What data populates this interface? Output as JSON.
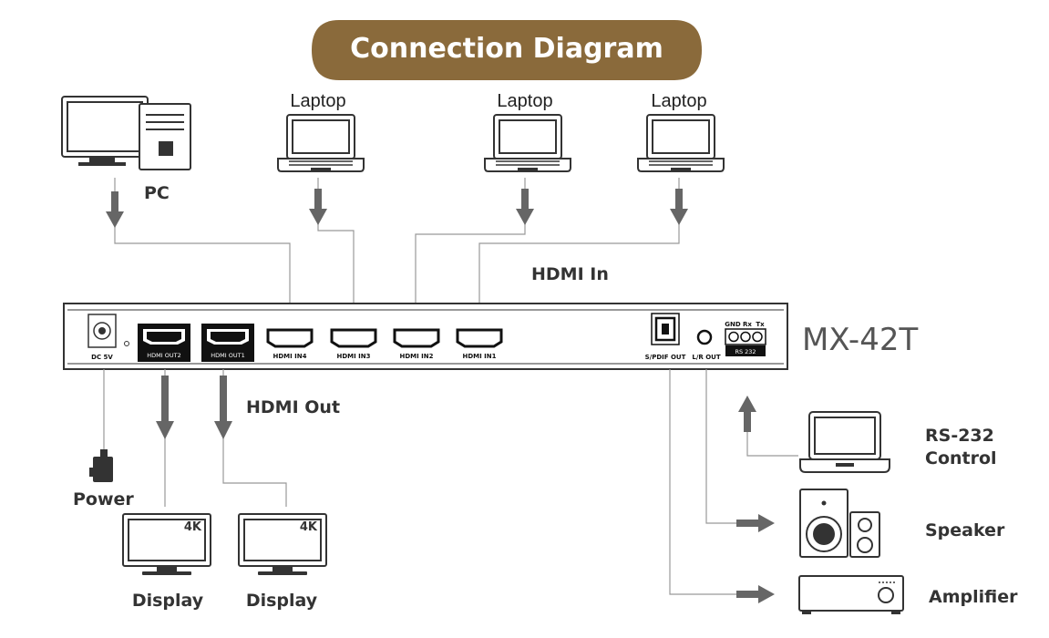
{
  "title": "Connection Diagram",
  "model": "MX-42T",
  "colors": {
    "title_bg": "#8a6a3b",
    "wire": "#999999",
    "arrow": "#666666"
  },
  "sources": {
    "pc": "PC",
    "laptops": [
      "Laptop",
      "Laptop",
      "Laptop"
    ]
  },
  "group_labels": {
    "hdmi_in": "HDMI In",
    "hdmi_out": "HDMI Out"
  },
  "ports": {
    "dc": "DC 5V",
    "hdmi_out2": "HDMI OUT2",
    "hdmi_out1": "HDMI OUT1",
    "hdmi_in4": "HDMI IN4",
    "hdmi_in3": "HDMI IN3",
    "hdmi_in2": "HDMI IN2",
    "hdmi_in1": "HDMI IN1",
    "spdif": "S/PDIF OUT",
    "lr": "L/R OUT",
    "rs232": "RS 232",
    "rs232_pins": [
      "GND",
      "Rx",
      "Tx"
    ]
  },
  "outputs": {
    "power": "Power",
    "displays": [
      {
        "label": "Display",
        "badge": "4K"
      },
      {
        "label": "Display",
        "badge": "4K"
      }
    ],
    "rs232_control": [
      "RS-232",
      "Control"
    ],
    "speaker": "Speaker",
    "amplifier": "Amplifier"
  },
  "icons": [
    "pc-icon",
    "laptop-icon",
    "display-icon",
    "power-adapter-icon",
    "speaker-icon",
    "amplifier-icon"
  ]
}
